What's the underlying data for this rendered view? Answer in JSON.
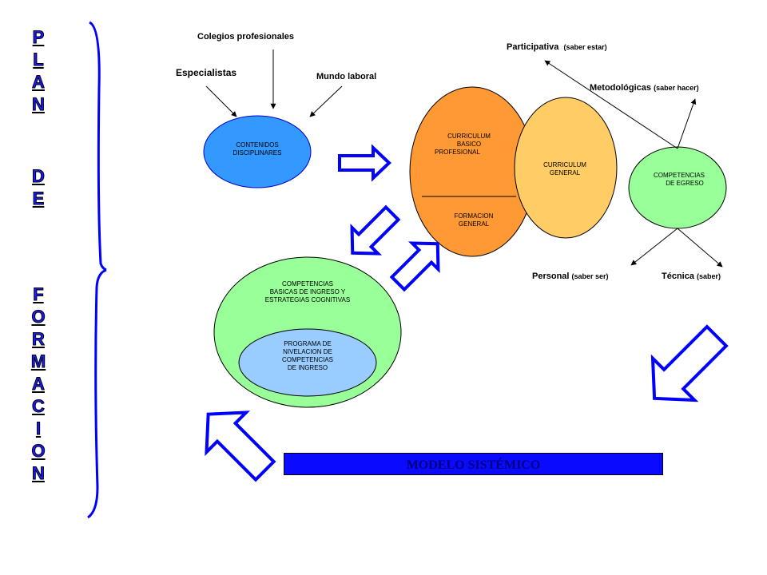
{
  "vertical_title": {
    "lines": [
      [
        "P",
        "L",
        "A",
        "N"
      ],
      [
        "D",
        "E"
      ],
      [
        "F",
        "O",
        "R",
        "M",
        "A",
        "C",
        "I",
        "O",
        "N"
      ]
    ]
  },
  "inputs": {
    "colegios": "Colegios profesionales",
    "especialistas": "Especialistas",
    "mundo_laboral": "Mundo laboral"
  },
  "ellipses": {
    "contenidos": [
      "CONTENIDOS",
      "DISCIPLINARES"
    ],
    "curriculum_basico": [
      "CURRICULUM",
      "BASICO",
      "PROFESIONAL"
    ],
    "formacion_general": [
      "FORMACION",
      "GENERAL"
    ],
    "curriculum_general": [
      "CURRICULUM",
      "GENERAL"
    ],
    "competencias_egreso": [
      "COMPETENCIAS",
      "DE EGRESO"
    ],
    "competencias_basicas": [
      "COMPETENCIAS",
      "BASICAS DE INGRESO Y",
      "ESTRATEGIAS COGNITIVAS"
    ],
    "programa_nivelacion": [
      "PROGRAMA DE",
      "NIVELACION DE",
      "COMPETENCIAS",
      "DE INGRESO"
    ]
  },
  "outcomes": {
    "participativa": "Participativa",
    "participativa_sub": "(saber estar)",
    "metodologicas": "Metodológicas",
    "metodologicas_sub": "(saber hacer)",
    "personal": "Personal",
    "personal_sub": "(saber ser)",
    "tecnica": "Técnica",
    "tecnica_sub": "(saber)"
  },
  "footer": {
    "model_label": "MODELO SISTÉMICO"
  },
  "colors": {
    "blue_outline": "#0000ff",
    "contenidos_fill": "#3399ff",
    "curriculum_basico_fill": "#ff9933",
    "curriculum_general_fill": "#ffcc66",
    "competencias_fill": "#99ff99",
    "programa_fill": "#99ccff",
    "model_box_fill": "#0a0aff",
    "model_text": "#000080"
  }
}
